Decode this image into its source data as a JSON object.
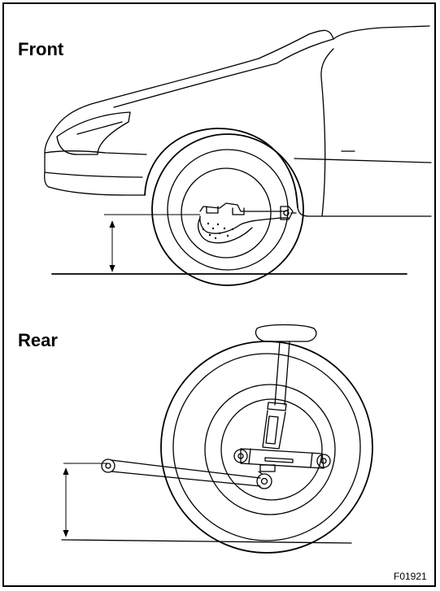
{
  "labels": {
    "front": "Front",
    "rear": "Rear",
    "figure_code": "F01921"
  }
}
